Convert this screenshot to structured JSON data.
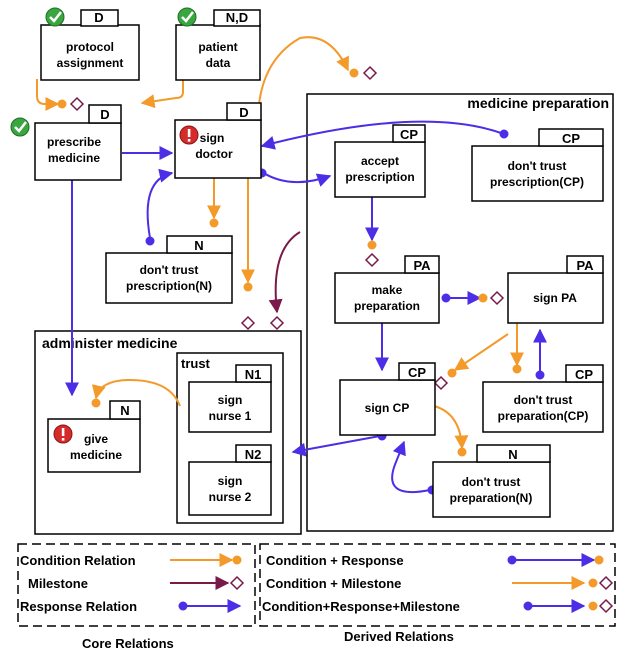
{
  "containers": {
    "medicine_preparation": "medicine preparation",
    "administer_medicine": "administer medicine",
    "trust": "trust"
  },
  "events": {
    "protocol_assignment": {
      "role": "D",
      "line1": "protocol",
      "line2": "assignment",
      "status": "executed"
    },
    "patient_data": {
      "role": "N,D",
      "line1": "patient",
      "line2": "data",
      "status": "executed"
    },
    "prescribe_medicine": {
      "role": "D",
      "line1": "prescribe",
      "line2": "medicine",
      "status": "executed"
    },
    "sign_doctor": {
      "role": "D",
      "line1": "sign",
      "line2": "doctor",
      "status": "pending"
    },
    "dont_trust_prescription_n": {
      "role": "N",
      "line1": "don't trust",
      "line2": "prescription(N)"
    },
    "accept_prescription": {
      "role": "CP",
      "line1": "accept",
      "line2": "prescription"
    },
    "dont_trust_prescription_cp": {
      "role": "CP",
      "line1": "don't trust",
      "line2": "prescription(CP)"
    },
    "make_preparation": {
      "role": "PA",
      "line1": "make",
      "line2": "preparation"
    },
    "sign_pa": {
      "role": "PA",
      "line1": "sign PA"
    },
    "sign_cp": {
      "role": "CP",
      "line1": "sign CP"
    },
    "dont_trust_preparation_cp": {
      "role": "CP",
      "line1": "don't trust",
      "line2": "preparation(CP)"
    },
    "dont_trust_preparation_n": {
      "role": "N",
      "line1": "don't trust",
      "line2": "preparation(N)"
    },
    "give_medicine": {
      "role": "N",
      "line1": "give",
      "line2": "medicine",
      "status": "pending"
    },
    "sign_nurse_1": {
      "role": "N1",
      "line1": "sign",
      "line2": "nurse 1"
    },
    "sign_nurse_2": {
      "role": "N2",
      "line1": "sign",
      "line2": "nurse 2"
    }
  },
  "legend": {
    "core": {
      "condition": "Condition Relation",
      "milestone": "Milestone",
      "response": "Response Relation",
      "caption": "Core Relations"
    },
    "derived": {
      "cond_resp": "Condition + Response",
      "cond_mile": "Condition + Milestone",
      "cond_resp_mile": "Condition+Response+Milestone",
      "caption": "Derived Relations"
    }
  },
  "colors": {
    "condition": "#f39a2b",
    "response": "#4b2ee6",
    "milestone": "#7a1a4a",
    "executed": "#3aa640",
    "pending": "#d62b2b"
  }
}
